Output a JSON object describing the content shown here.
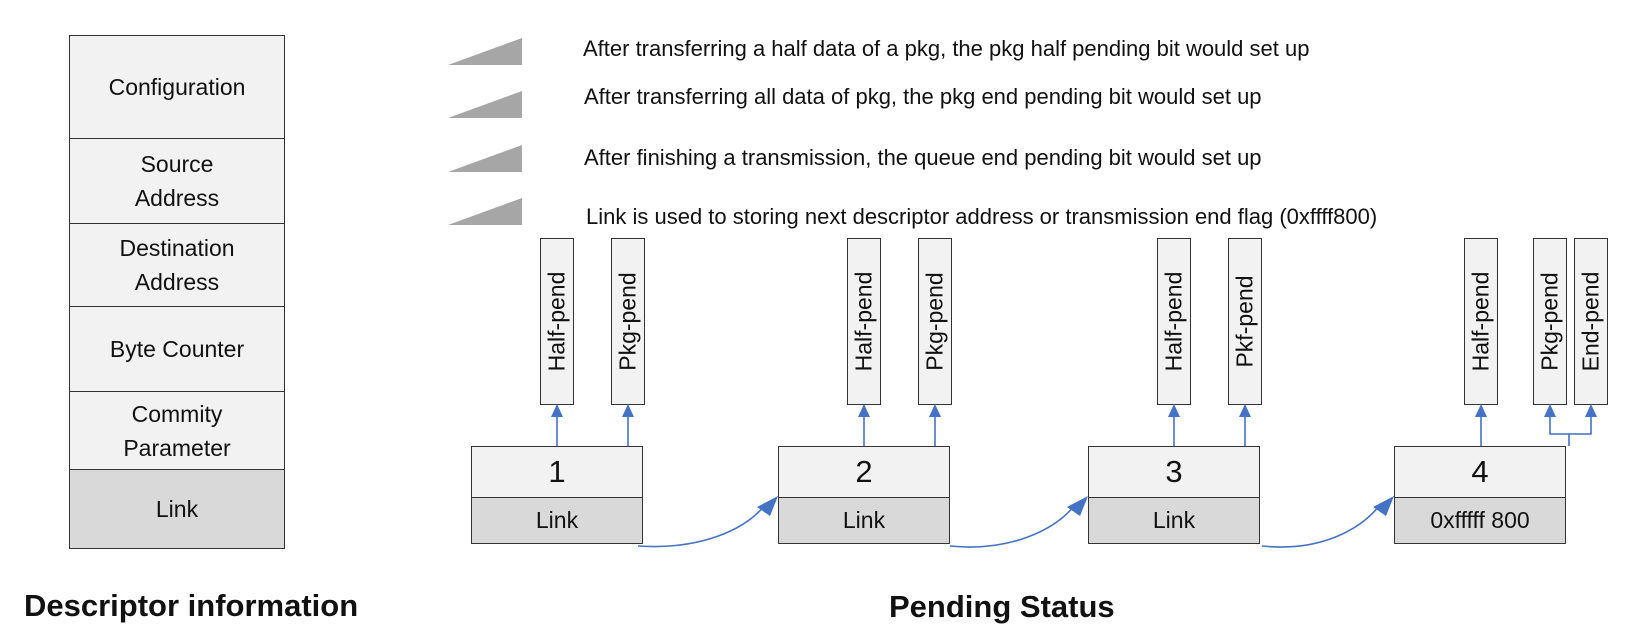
{
  "descriptor": {
    "fields": [
      "Configuration",
      "Source\nAddress",
      "Destination\nAddress",
      "Byte Counter",
      "Commity\nParameter",
      "Link"
    ],
    "caption": "Descriptor information"
  },
  "legend": [
    "After transferring a half data of a pkg, the pkg half pending bit would set up",
    "After transferring all data of pkg,  the pkg end pending bit would set up",
    "After finishing a transmission, the queue end pending bit would set up",
    "Link is used to storing next descriptor address or transmission end flag (0xffff800)"
  ],
  "nodes": [
    {
      "number": "1",
      "link": "Link",
      "flags": [
        "Half-pend",
        "Pkg-pend"
      ]
    },
    {
      "number": "2",
      "link": "Link",
      "flags": [
        "Half-pend",
        "Pkg-pend"
      ]
    },
    {
      "number": "3",
      "link": "Link",
      "flags": [
        "Half-pend",
        "Pkf-pend"
      ]
    },
    {
      "number": "4",
      "link": "0xfffff 800",
      "flags": [
        "Half-pend",
        "Pkg-pend",
        "End-pend"
      ]
    }
  ],
  "pending_caption": "Pending Status",
  "colors": {
    "arrow": "#4472c4",
    "wedge": "#a6a6a6",
    "cell": "#f2f2f2",
    "link_cell": "#d9d9d9"
  }
}
